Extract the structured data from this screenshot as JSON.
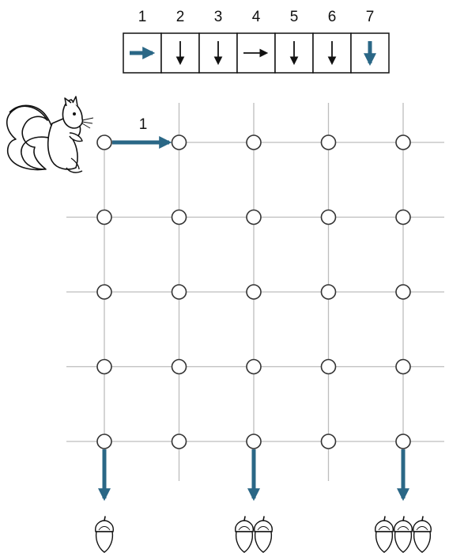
{
  "colors": {
    "accent": "#2a6786",
    "grid": "#bdbdbd",
    "ink": "#111111"
  },
  "sequence": [
    {
      "number": "1",
      "direction": "right",
      "highlight": true
    },
    {
      "number": "2",
      "direction": "down",
      "highlight": false
    },
    {
      "number": "3",
      "direction": "down",
      "highlight": false
    },
    {
      "number": "4",
      "direction": "right",
      "highlight": false
    },
    {
      "number": "5",
      "direction": "down",
      "highlight": false
    },
    {
      "number": "6",
      "direction": "down",
      "highlight": false
    },
    {
      "number": "7",
      "direction": "down",
      "highlight": true
    }
  ],
  "grid": {
    "columns": 5,
    "rows": 5
  },
  "path_label": "1",
  "exits": [
    {
      "column": 1,
      "acorns": 1
    },
    {
      "column": 3,
      "acorns": 2
    },
    {
      "column": 5,
      "acorns": 3
    }
  ],
  "icons": {
    "character": "squirrel-icon",
    "reward": "acorn-icon"
  }
}
